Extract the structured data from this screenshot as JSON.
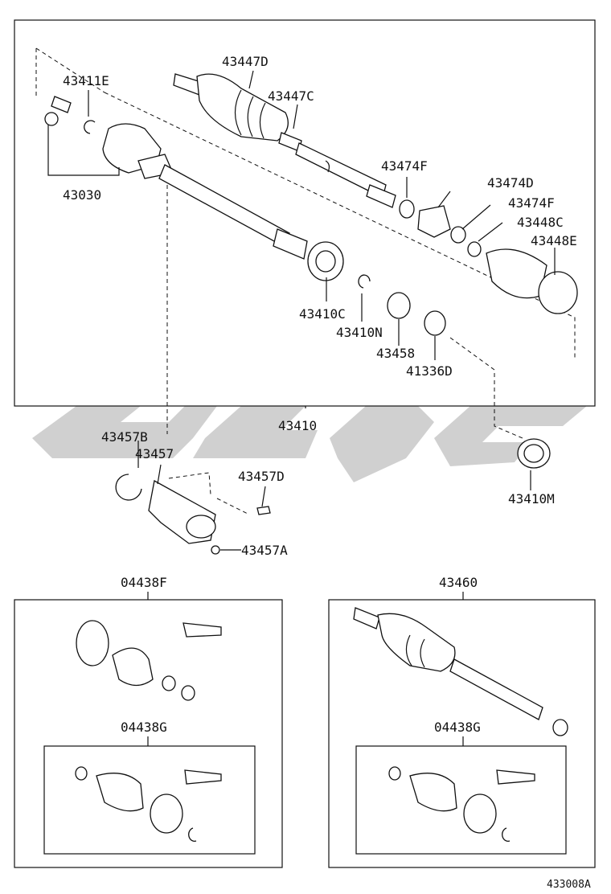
{
  "diagram_code": "433008A",
  "assembly_label": "43410",
  "parts": {
    "p43447D": "43447D",
    "p43447C": "43447C",
    "p43411E": "43411E",
    "p43030": "43030",
    "p43474F_a": "43474F",
    "p43474D": "43474D",
    "p43474F_b": "43474F",
    "p43448C": "43448C",
    "p43448E": "43448E",
    "p43410C": "43410C",
    "p43410N": "43410N",
    "p43458": "43458",
    "p41336D": "41336D",
    "p43457B": "43457B",
    "p43457": "43457",
    "p43457D": "43457D",
    "p43457A": "43457A",
    "p43410M": "43410M"
  },
  "kits": {
    "left_title": "04438F",
    "left_inner": "04438G",
    "right_title": "43460",
    "right_inner": "04438G"
  }
}
